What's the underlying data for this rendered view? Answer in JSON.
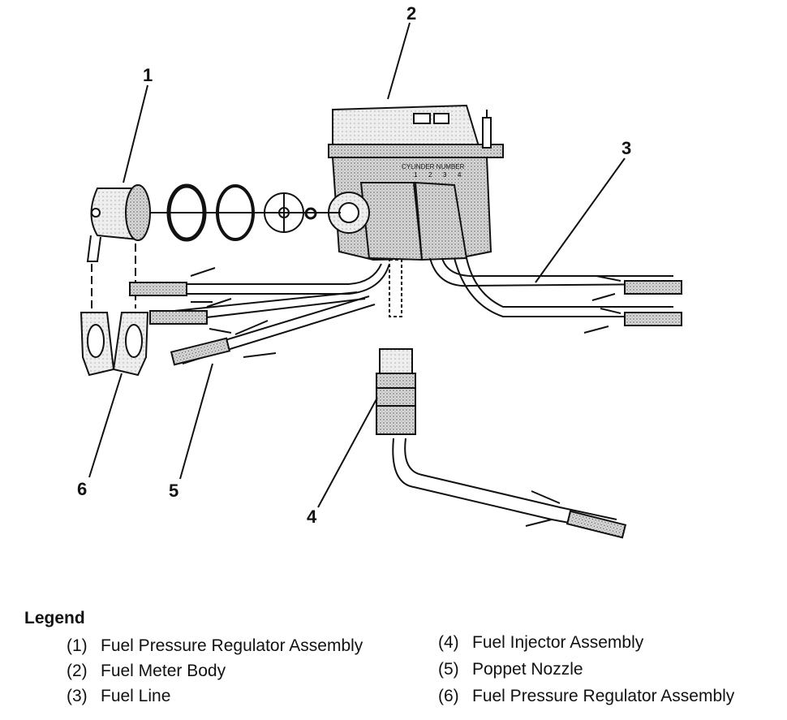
{
  "diagram": {
    "labels": [
      "1",
      "2",
      "3",
      "4",
      "5",
      "6"
    ],
    "cylinder_label": "CYLINDER NUMBER",
    "cylinder_digits": [
      "1",
      "2",
      "3",
      "4"
    ]
  },
  "legend": {
    "title": "Legend",
    "items": [
      {
        "num": "(1)",
        "text": "Fuel Pressure Regulator Assembly"
      },
      {
        "num": "(2)",
        "text": "Fuel Meter Body"
      },
      {
        "num": "(3)",
        "text": "Fuel Line"
      },
      {
        "num": "(4)",
        "text": "Fuel Injector Assembly"
      },
      {
        "num": "(5)",
        "text": "Poppet Nozzle"
      },
      {
        "num": "(6)",
        "text": "Fuel Pressure Regulator Assembly"
      }
    ]
  }
}
